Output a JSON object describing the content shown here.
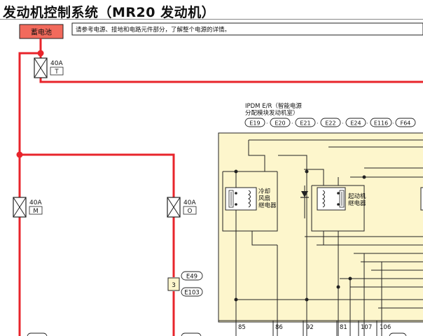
{
  "title": "发动机控制系统（MR20 发动机）",
  "battery": {
    "label": "蓄电池"
  },
  "note": "请参考电源、接地和电路元件部分，了解整个电源的详情。",
  "fuses": [
    {
      "rating": "40A",
      "letter": "T"
    },
    {
      "rating": "40A",
      "letter": "M"
    },
    {
      "rating": "40A",
      "letter": "O"
    }
  ],
  "splice": {
    "number": "3",
    "connectors": [
      "E49",
      "E103"
    ]
  },
  "ipdm": {
    "title_line1": "IPDM E/R（智能电源",
    "title_line2": "分配模块发动机室）",
    "connectors": [
      "E19",
      "E20",
      "E21",
      "E22",
      "E24",
      "E116",
      "F64"
    ]
  },
  "relays": {
    "cooling_fan": [
      "冷却",
      "风扇",
      "继电器"
    ],
    "starter": [
      "起动机",
      "继电器"
    ]
  },
  "terminals": [
    "85",
    "86",
    "92",
    "81",
    "107",
    "106"
  ],
  "colors": {
    "wire": "#e8242b",
    "battery_fill": "#f26a5c",
    "module_fill": "#fdf6cc"
  }
}
